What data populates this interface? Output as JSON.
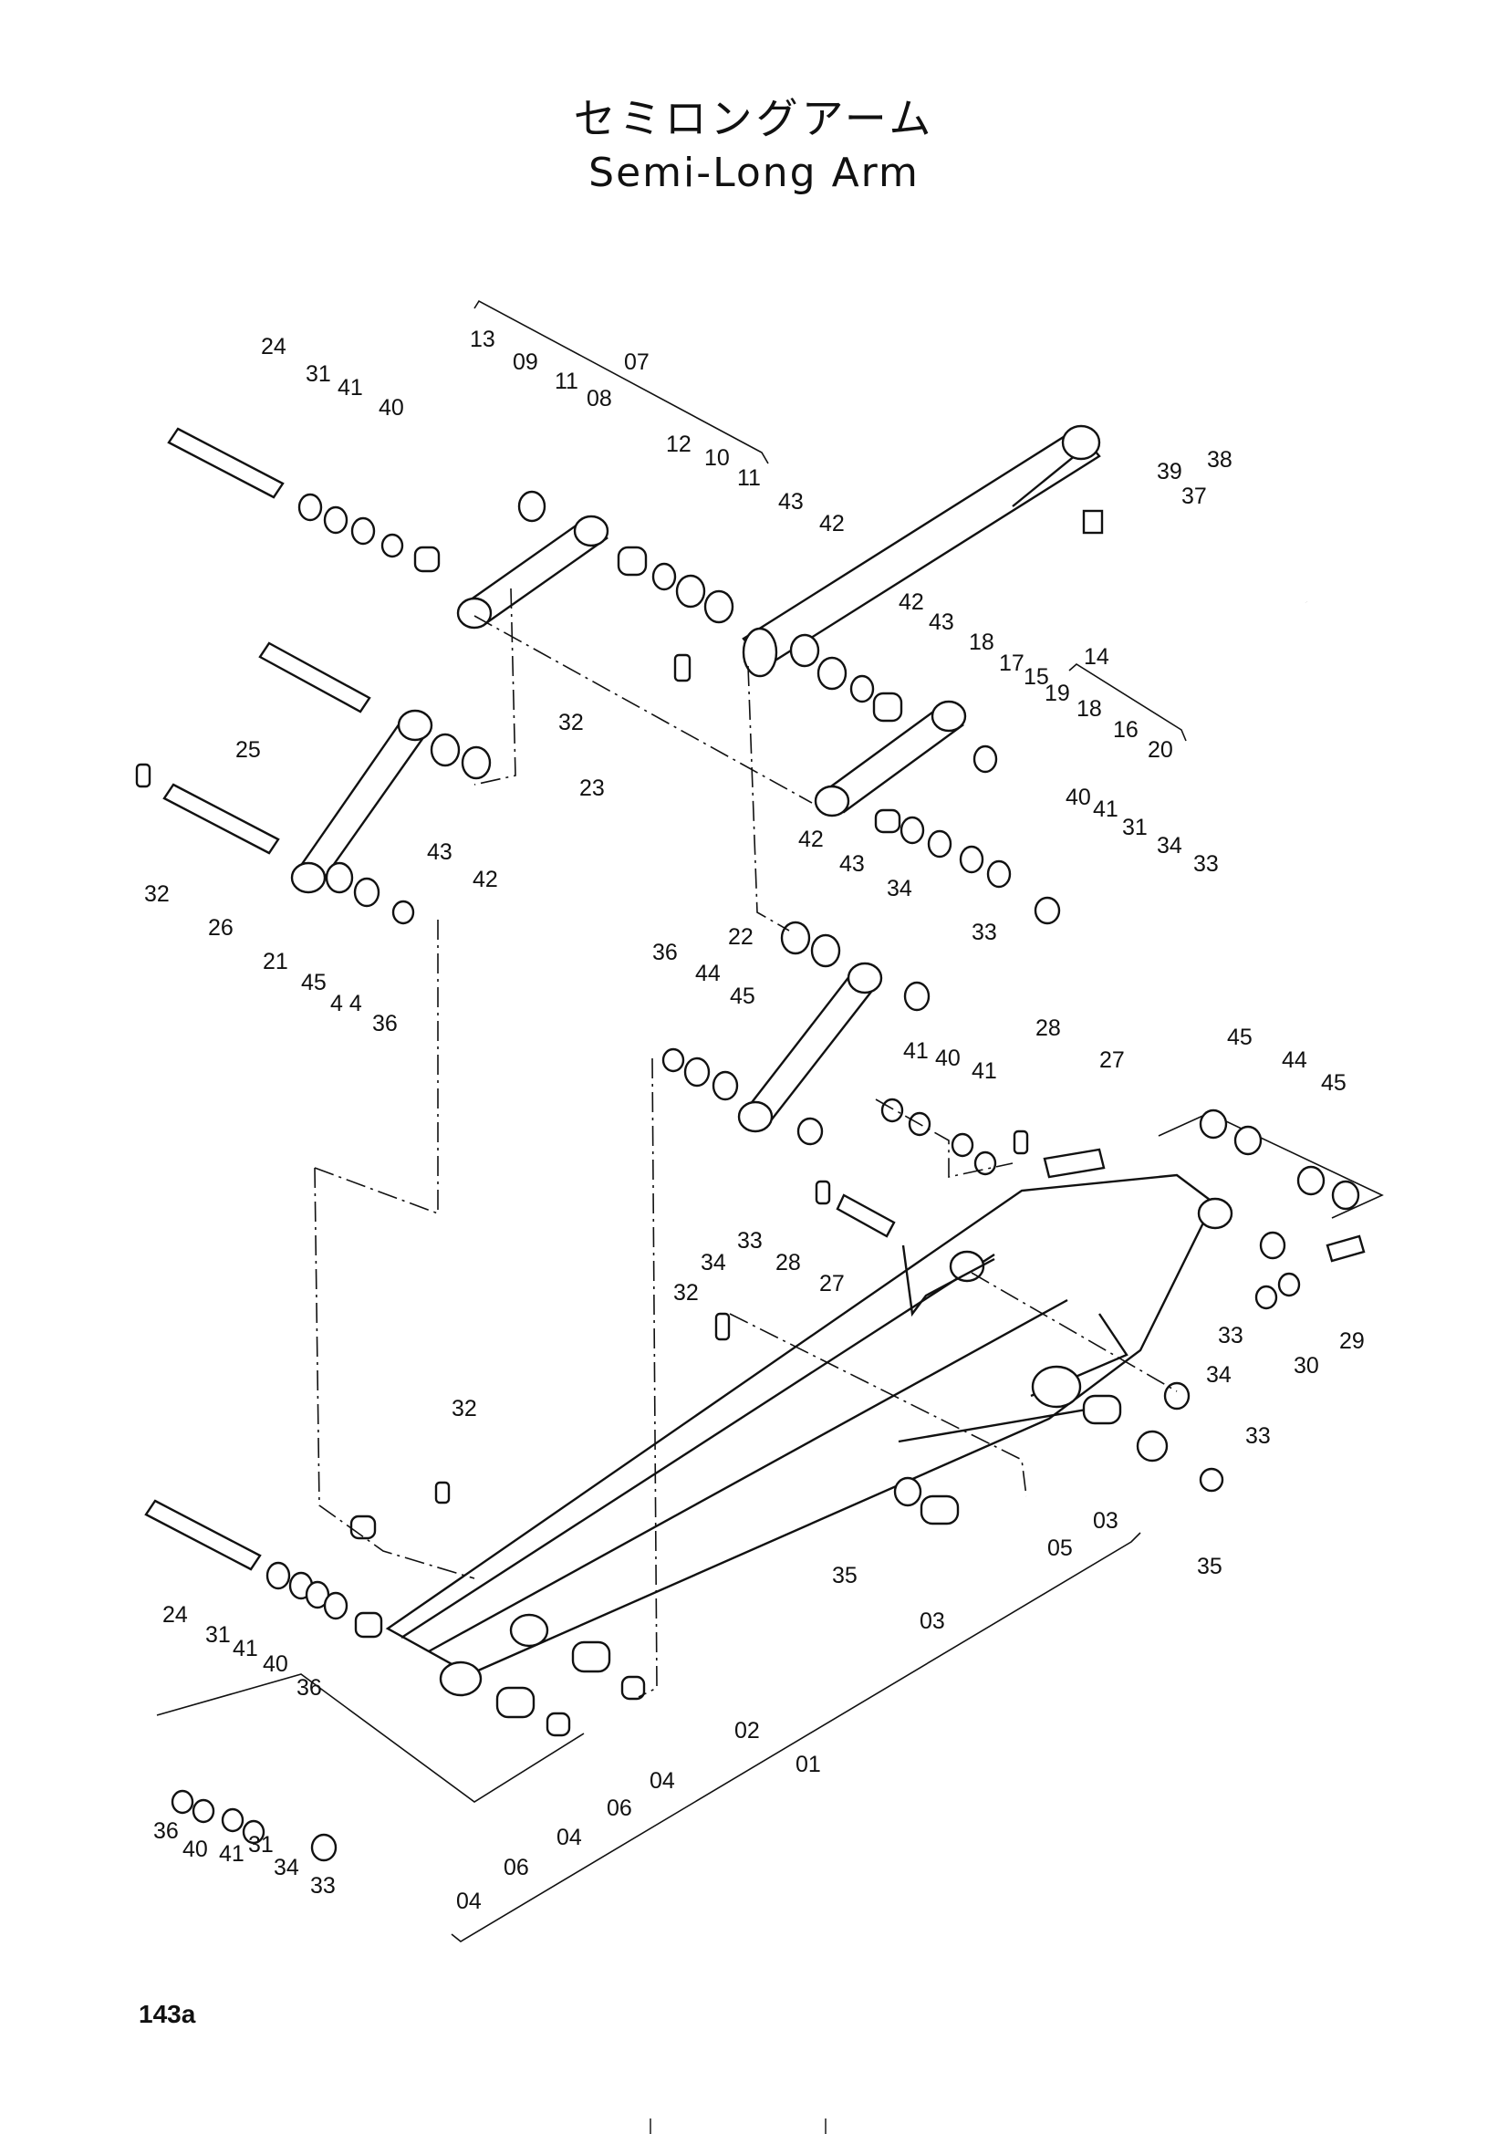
{
  "title": {
    "japanese": "セミロングアーム",
    "english": "Semi-Long Arm"
  },
  "page_number": "143a",
  "callouts": [
    {
      "id": "c24a",
      "text": "24"
    },
    {
      "id": "c31a",
      "text": "31"
    },
    {
      "id": "c41a",
      "text": "41"
    },
    {
      "id": "c40a",
      "text": "40"
    },
    {
      "id": "c13",
      "text": "13"
    },
    {
      "id": "c09",
      "text": "09"
    },
    {
      "id": "c11a",
      "text": "11"
    },
    {
      "id": "c08",
      "text": "08"
    },
    {
      "id": "c07",
      "text": "07"
    },
    {
      "id": "c12",
      "text": "12"
    },
    {
      "id": "c10",
      "text": "10"
    },
    {
      "id": "c11b",
      "text": "11"
    },
    {
      "id": "c43a",
      "text": "43"
    },
    {
      "id": "c42a",
      "text": "42"
    },
    {
      "id": "c39",
      "text": "39"
    },
    {
      "id": "c38",
      "text": "38"
    },
    {
      "id": "c37",
      "text": "37"
    },
    {
      "id": "c42b",
      "text": "42"
    },
    {
      "id": "c43b",
      "text": "43"
    },
    {
      "id": "c18a",
      "text": "18"
    },
    {
      "id": "c17",
      "text": "17"
    },
    {
      "id": "c14",
      "text": "14"
    },
    {
      "id": "c15",
      "text": "15"
    },
    {
      "id": "c19",
      "text": "19"
    },
    {
      "id": "c18b",
      "text": "18"
    },
    {
      "id": "c16",
      "text": "16"
    },
    {
      "id": "c20",
      "text": "20"
    },
    {
      "id": "c40b",
      "text": "40"
    },
    {
      "id": "c41b",
      "text": "41"
    },
    {
      "id": "c31b",
      "text": "31"
    },
    {
      "id": "c34a",
      "text": "34"
    },
    {
      "id": "c33a",
      "text": "33"
    },
    {
      "id": "c32a",
      "text": "32"
    },
    {
      "id": "c23",
      "text": "23"
    },
    {
      "id": "c25",
      "text": "25"
    },
    {
      "id": "c43c",
      "text": "43"
    },
    {
      "id": "c42c",
      "text": "42"
    },
    {
      "id": "c32b",
      "text": "32"
    },
    {
      "id": "c26",
      "text": "26"
    },
    {
      "id": "c21",
      "text": "21"
    },
    {
      "id": "c45a",
      "text": "45"
    },
    {
      "id": "c44a",
      "text": "4 4"
    },
    {
      "id": "c36a",
      "text": "36"
    },
    {
      "id": "c42d",
      "text": "42"
    },
    {
      "id": "c43d",
      "text": "43"
    },
    {
      "id": "c34b",
      "text": "34"
    },
    {
      "id": "c22",
      "text": "22"
    },
    {
      "id": "c33b",
      "text": "33"
    },
    {
      "id": "c36b",
      "text": "36"
    },
    {
      "id": "c44b",
      "text": "44"
    },
    {
      "id": "c45b",
      "text": "45"
    },
    {
      "id": "c41c",
      "text": "41"
    },
    {
      "id": "c40c",
      "text": "40"
    },
    {
      "id": "c41d",
      "text": "41"
    },
    {
      "id": "c28a",
      "text": "28"
    },
    {
      "id": "c27a",
      "text": "27"
    },
    {
      "id": "c45c",
      "text": "45"
    },
    {
      "id": "c44c",
      "text": "44"
    },
    {
      "id": "c45d",
      "text": "45"
    },
    {
      "id": "c34c",
      "text": "34"
    },
    {
      "id": "c33c",
      "text": "33"
    },
    {
      "id": "c28b",
      "text": "28"
    },
    {
      "id": "c27b",
      "text": "27"
    },
    {
      "id": "c32c",
      "text": "32"
    },
    {
      "id": "c33d",
      "text": "33"
    },
    {
      "id": "c34d",
      "text": "34"
    },
    {
      "id": "c30",
      "text": "30"
    },
    {
      "id": "c29",
      "text": "29"
    },
    {
      "id": "c33e",
      "text": "33"
    },
    {
      "id": "c32d",
      "text": "32"
    },
    {
      "id": "c05",
      "text": "05"
    },
    {
      "id": "c03a",
      "text": "03"
    },
    {
      "id": "c35a",
      "text": "35"
    },
    {
      "id": "c35b",
      "text": "35"
    },
    {
      "id": "c03b",
      "text": "03"
    },
    {
      "id": "c24b",
      "text": "24"
    },
    {
      "id": "c31c",
      "text": "31"
    },
    {
      "id": "c41e",
      "text": "41"
    },
    {
      "id": "c40d",
      "text": "40"
    },
    {
      "id": "c36c",
      "text": "36"
    },
    {
      "id": "c02",
      "text": "02"
    },
    {
      "id": "c04a",
      "text": "04"
    },
    {
      "id": "c01",
      "text": "01"
    },
    {
      "id": "c06a",
      "text": "06"
    },
    {
      "id": "c04b",
      "text": "04"
    },
    {
      "id": "c06b",
      "text": "06"
    },
    {
      "id": "c36d",
      "text": "36"
    },
    {
      "id": "c40e",
      "text": "40"
    },
    {
      "id": "c41f",
      "text": "41"
    },
    {
      "id": "c31d",
      "text": "31"
    },
    {
      "id": "c34e",
      "text": "34"
    },
    {
      "id": "c33f",
      "text": "33"
    },
    {
      "id": "c04c",
      "text": "04"
    }
  ]
}
